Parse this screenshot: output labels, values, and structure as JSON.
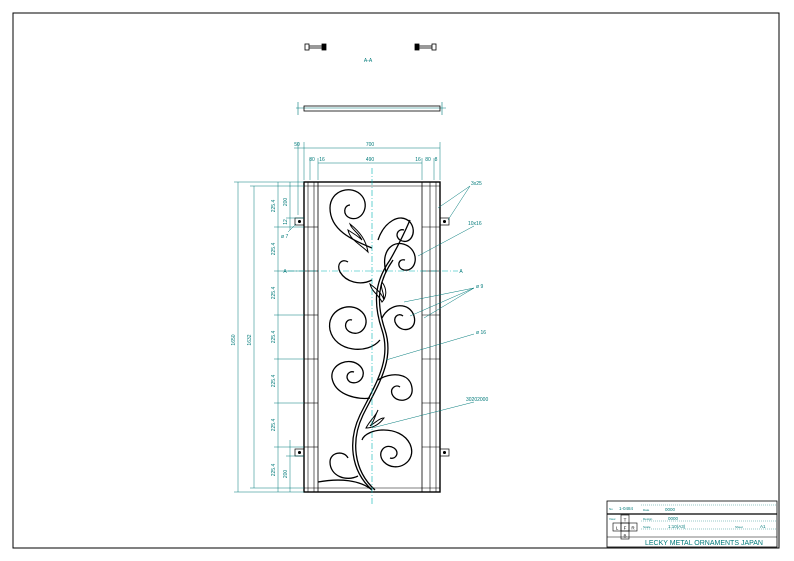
{
  "section_label": "A-A",
  "section_marker": "A",
  "dimensions": {
    "overall_width": "700",
    "inner_width": "490",
    "left_offset": "50",
    "left_edge_80": "80",
    "left_edge_16": "16",
    "right_edge_16": "16",
    "right_edge_80": "80",
    "right_edge_8": "8",
    "overall_height": "1650",
    "frame_height": "1632",
    "row_pitch": "225.4",
    "end_200": "200",
    "top_12": "12",
    "hole": "ø 7"
  },
  "callouts": {
    "flat_bar": "3x25",
    "square_bar": "10x16",
    "round_9": "ø 9",
    "round_16": "ø 16",
    "part_code": "30202000"
  },
  "title_block": {
    "no_label": "No",
    "no_value": "1-0484",
    "date_label": "Date",
    "date_value": "0000",
    "design_label": "Design",
    "design_value": "0000",
    "scale_label": "Scale",
    "scale_value": "1:10(A3)",
    "sheet_label": "Sheet",
    "sheet_value": "A1",
    "view_label": "View",
    "views": [
      "T",
      "L",
      "F",
      "R",
      "B"
    ],
    "company": "LECKY METAL ORNAMENTS JAPAN"
  },
  "colors": {
    "line": "#000000",
    "dimension": "#007a7a",
    "centerline": "#00b4b4"
  }
}
